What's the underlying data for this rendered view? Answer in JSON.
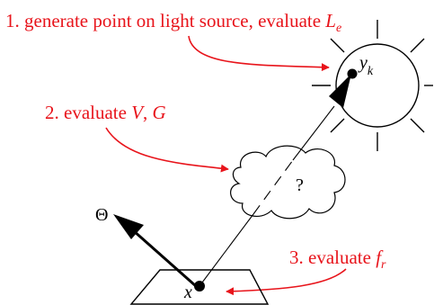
{
  "colors": {
    "annotation": "#e8141b",
    "ink": "#000000"
  },
  "steps": [
    {
      "prefix": "1. generate point on light source, evaluate ",
      "symbol": "L",
      "sub": "e"
    },
    {
      "prefix": "2. evaluate ",
      "symbol_a": "V",
      "sep": ", ",
      "symbol_b": "G"
    },
    {
      "prefix": "3. evaluate ",
      "symbol": "f",
      "sub": "r"
    }
  ],
  "labels": {
    "light_point": "y",
    "light_point_sub": "k",
    "surface_point": "x",
    "direction": "Θ",
    "occluder_mark": "?"
  }
}
